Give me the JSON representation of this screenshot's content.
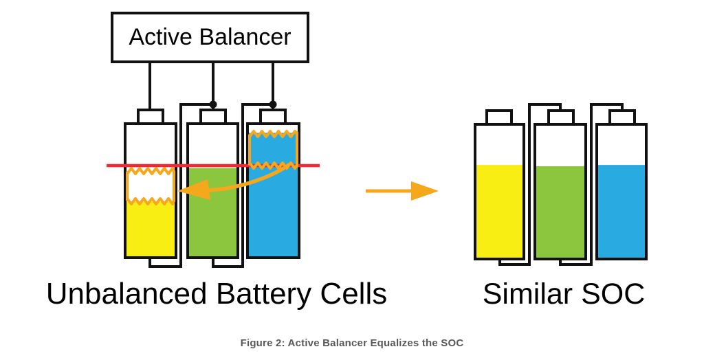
{
  "figure_caption": "Figure 2: Active Balancer Equalizes the SOC",
  "balancer": {
    "label": "Active Balancer"
  },
  "left_group": {
    "label": "Unbalanced Battery Cells",
    "cells": [
      {
        "name": "yellow-cell",
        "soc_percent": 42
      },
      {
        "name": "green-cell",
        "soc_percent": 68
      },
      {
        "name": "blue-cell",
        "soc_percent": 95
      }
    ]
  },
  "right_group": {
    "label": "Similar SOC",
    "cells": [
      {
        "name": "yellow-cell",
        "soc_percent": 71
      },
      {
        "name": "green-cell",
        "soc_percent": 70
      },
      {
        "name": "blue-cell",
        "soc_percent": 71
      }
    ]
  },
  "icons": {
    "transfer_arrow": "curved-left-arrow-icon",
    "transition_arrow": "right-arrow-icon"
  },
  "colors": {
    "cell_yellow": "#f9ee13",
    "cell_green": "#8cc63f",
    "cell_blue": "#29abe2",
    "arrow_orange": "#f6a81c",
    "target_line_red": "#f8262d",
    "wire_black": "#111111",
    "label_black": "#000000",
    "caption_gray": "#58595b"
  }
}
